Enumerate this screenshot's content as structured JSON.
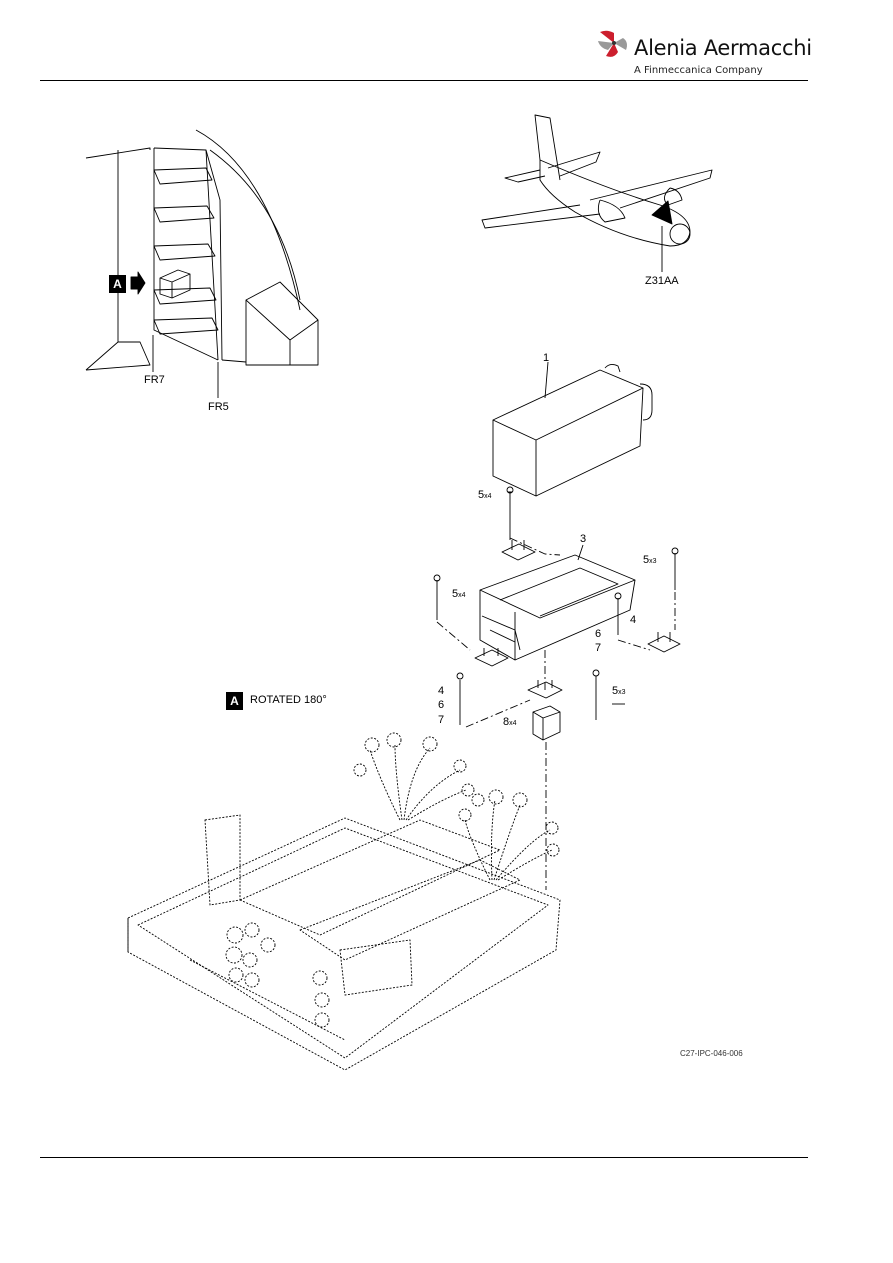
{
  "header": {
    "company_name": "Alenia Aermacchi",
    "company_tagline": "A Finmeccanica Company",
    "brand_color": "#cc1f2e"
  },
  "figure": {
    "view_label_letter": "A",
    "frame_labels": [
      "FR7",
      "FR5"
    ],
    "zone_label": "Z31AA",
    "rotated_caption": "ROTATED 180°",
    "callouts": {
      "item1": "1",
      "item3": "3",
      "item4a": "4",
      "item4b": "4",
      "item5_top": "5",
      "item5_top_qty": "x4",
      "item5_left": "5",
      "item5_left_qty": "x4",
      "item5_right": "5",
      "item5_right_qty": "x3",
      "item5_bottom": "5",
      "item5_bottom_qty": "x3",
      "item6a": "6",
      "item6b": "6",
      "item7a": "7",
      "item7b": "7",
      "item8": "8",
      "item8_qty": "x4"
    },
    "drawing_code": "C27-IPC-046-006"
  }
}
